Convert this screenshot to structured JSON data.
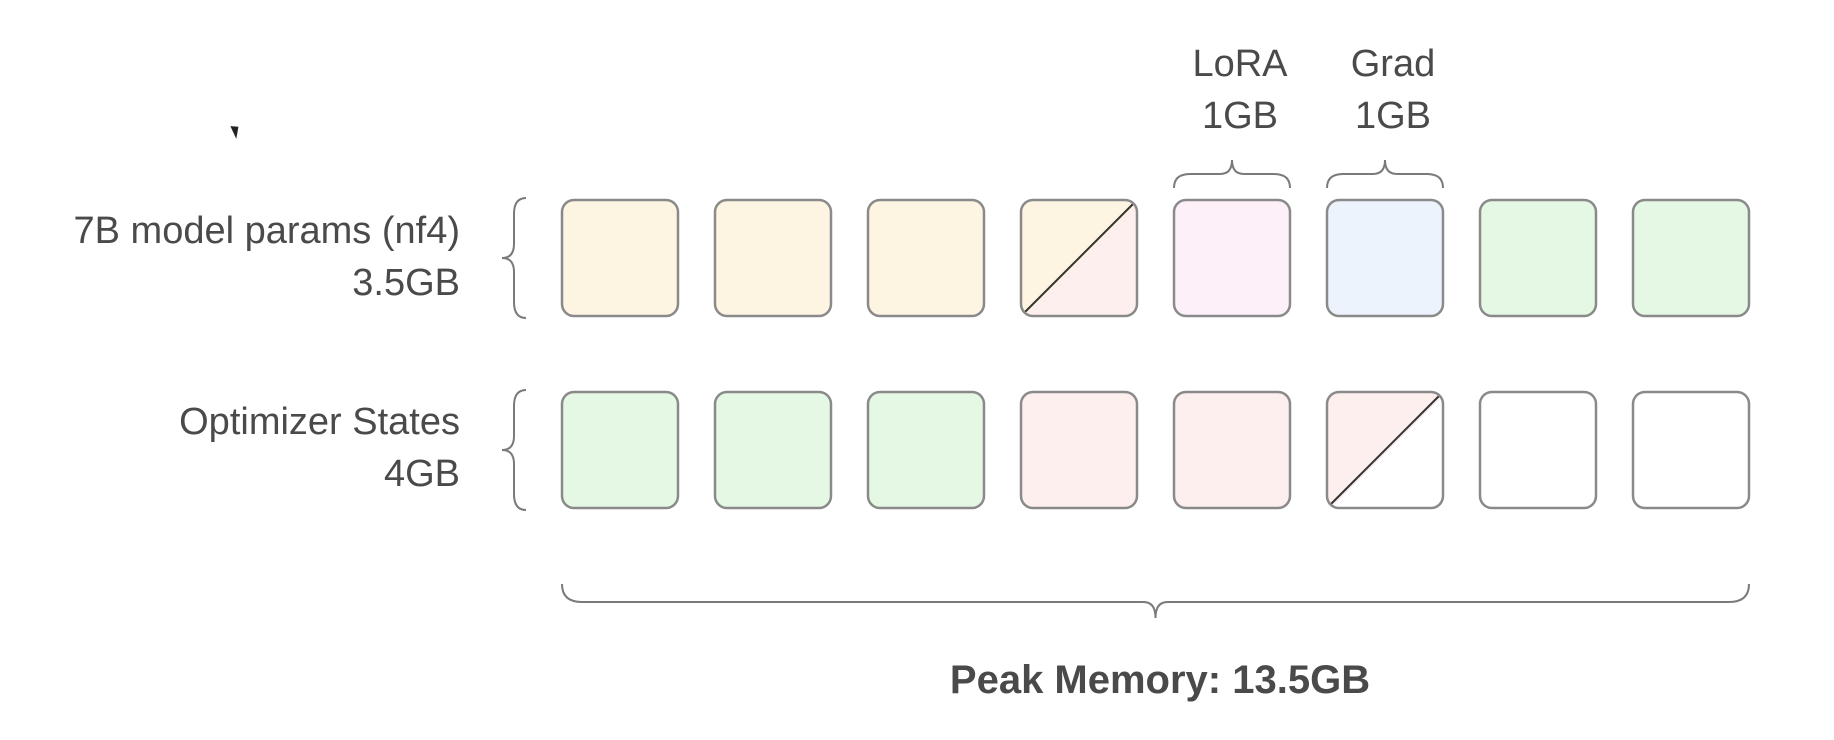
{
  "rows": [
    {
      "label_line1": "7B model params (nf4)",
      "label_line2": "3.5GB",
      "blocks": [
        {
          "fill": "#fdf4e1"
        },
        {
          "fill": "#fdf4e1"
        },
        {
          "fill": "#fdf4e1"
        },
        {
          "fill": "#fdf4e1",
          "split_fill": "#fcefee",
          "split": "diagonal"
        },
        {
          "fill": "#fdf0f8"
        },
        {
          "fill": "#edf3fc"
        },
        {
          "fill": "#e5f8e4"
        },
        {
          "fill": "#e5f8e4"
        }
      ]
    },
    {
      "label_line1": "Optimizer States",
      "label_line2": "4GB",
      "blocks": [
        {
          "fill": "#e5f8e4"
        },
        {
          "fill": "#e5f8e4"
        },
        {
          "fill": "#e5f8e4"
        },
        {
          "fill": "#fcefee"
        },
        {
          "fill": "#fcefee"
        },
        {
          "fill": "#fcefee",
          "split_fill": "#ffffff",
          "split": "diagonal"
        },
        {
          "fill": "#ffffff"
        },
        {
          "fill": "#ffffff"
        }
      ]
    }
  ],
  "top_labels": [
    {
      "line1": "LoRA",
      "line2": "1GB",
      "column": 4
    },
    {
      "line1": "Grad",
      "line2": "1GB",
      "column": 5
    }
  ],
  "peak_memory": "Peak Memory: 13.5GB",
  "colors": {
    "border": "#8a8a8a",
    "text": "#4a4a4a",
    "bracket": "#7a7a7a"
  }
}
